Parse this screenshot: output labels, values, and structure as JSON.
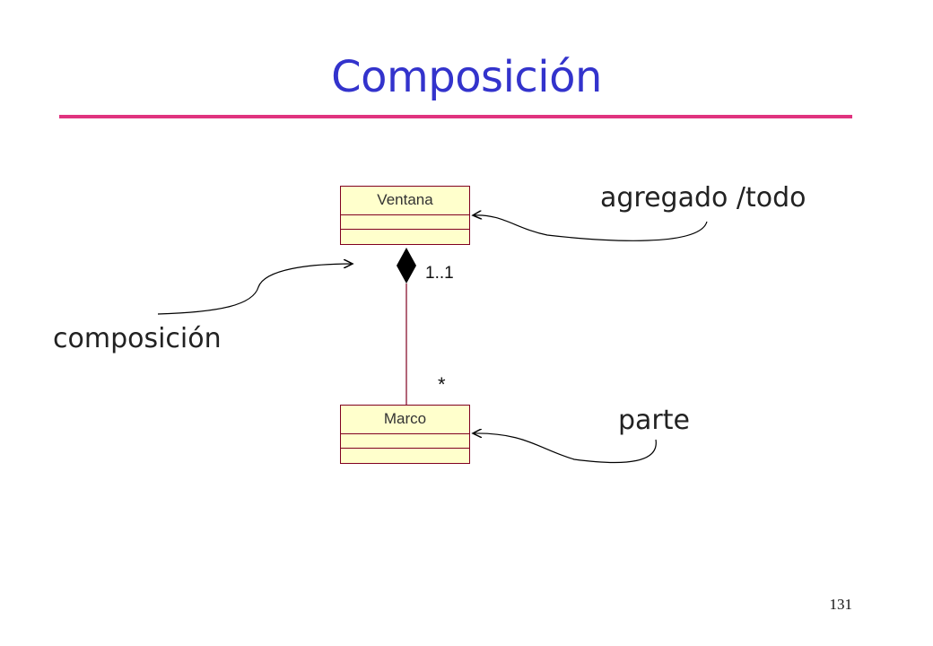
{
  "slide": {
    "title": "Composición",
    "page_number": "131"
  },
  "classes": {
    "whole": {
      "name": "Ventana"
    },
    "part": {
      "name": "Marco"
    }
  },
  "association": {
    "whole_multiplicity": "1..1",
    "part_multiplicity": "*"
  },
  "annotations": {
    "whole_label": "agregado /todo",
    "composition_label": "composición",
    "part_label": "parte"
  },
  "colors": {
    "title": "#3333cc",
    "rule": "#e0337f",
    "class_fill": "#ffffcc",
    "class_border": "#800020",
    "line": "#800020"
  }
}
